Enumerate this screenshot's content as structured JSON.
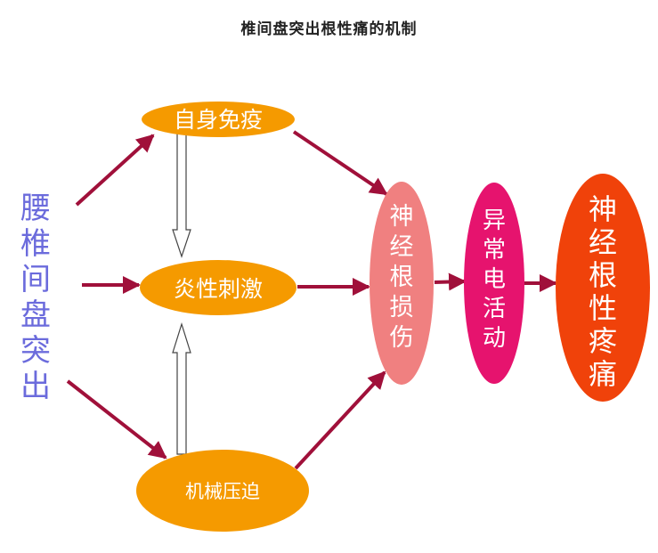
{
  "title": "椎间盘突出根性痛的机制",
  "source": "腰椎间盘突出",
  "nodes": {
    "immune": "自身免疫",
    "inflammation": "炎性刺激",
    "compression": "机械压迫",
    "nerve_injury": "神经根损伤",
    "abnormal_activity": "异常电活动",
    "radicular_pain": "神经根性疼痛"
  },
  "colors": {
    "orange": "#f59a00",
    "pink": "#f08080",
    "magenta": "#e6136e",
    "red": "#f0420a",
    "arrow": "#a0103a",
    "source_text": "#6b6bdc"
  }
}
